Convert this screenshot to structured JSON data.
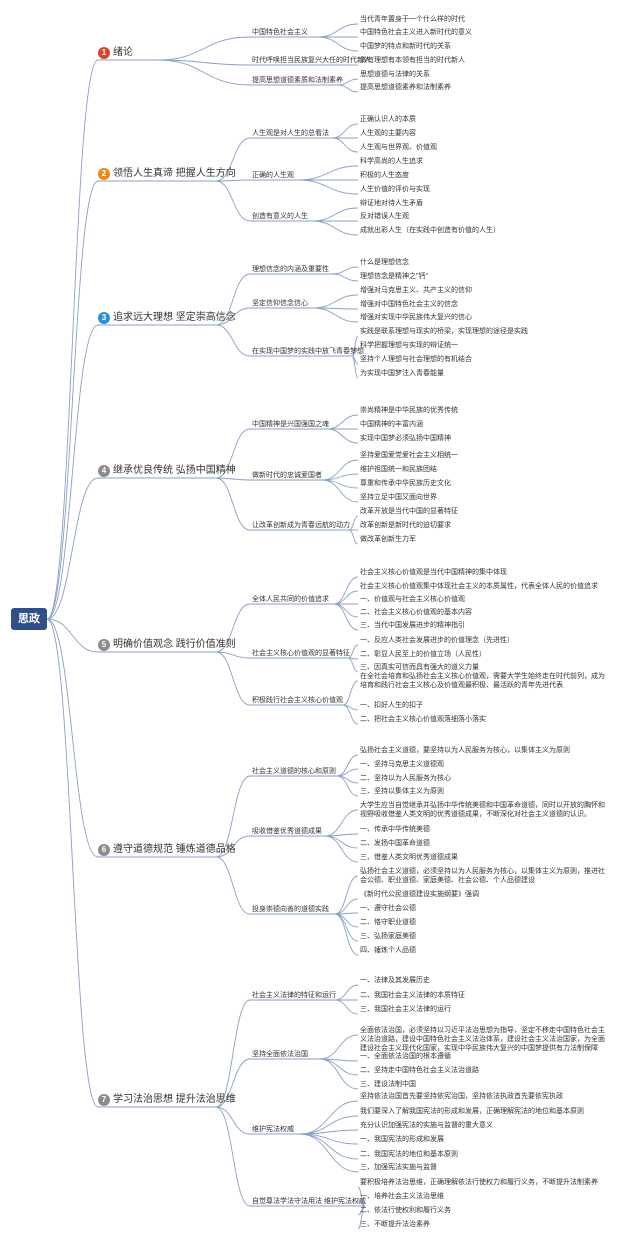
{
  "root": {
    "label": "思政"
  },
  "colors": {
    "line": "#8aa0c6",
    "badge_red": "#d9442b",
    "badge_orange": "#e88a1a",
    "badge_blue": "#2f8ed6",
    "badge_gray": "#8c8c8c",
    "root_bg": "#2f4f86"
  },
  "chapters": [
    {
      "num": "1",
      "label": "绪论",
      "color": "#d9442b",
      "topics": [
        {
          "label": "中国特色社会主义",
          "items": [
            "当代青年置身于一个什么样的时代",
            "中国特色社会主义进入新时代的意义",
            "中国梦的特点和新时代的关系"
          ]
        },
        {
          "label": "时代呼唤担当民族复兴大任的时代新人",
          "items": [
            "做有理想有本领有担当的时代新人"
          ]
        },
        {
          "label": "提高思想道德素质和法制素养",
          "items": [
            "思想道德与法律的关系",
            "提高思想道德素养和法制素养"
          ]
        }
      ]
    },
    {
      "num": "2",
      "label": "领悟人生真谛 把握人生方向",
      "color": "#e88a1a",
      "topics": [
        {
          "label": "人生观是对人生的总看法",
          "items": [
            "正确认识人的本质",
            "人生观的主要内容",
            "人生观与世界观、价值观"
          ]
        },
        {
          "label": "正确的人生观",
          "items": [
            "科学高尚的人生追求",
            "积极的人生态度",
            "人生价值的评价与实现"
          ]
        },
        {
          "label": "创造有意义的人生",
          "items": [
            "辩证地对待人生矛盾",
            "反对错误人生观",
            "成就出彩人生（在实践中创造有价值的人生）"
          ]
        }
      ]
    },
    {
      "num": "3",
      "label": "追求远大理想 坚定崇高信念",
      "color": "#2f8ed6",
      "topics": [
        {
          "label": "理想信念的内涵及重要性",
          "items": [
            "什么是理想信念",
            "理想信念是精神之\"钙\""
          ]
        },
        {
          "label": "坚定信仰信念信心",
          "items": [
            "增强对马克思主义、共产主义的信仰",
            "增强对中国特色社会主义的信念",
            "增强对实现中华民族伟大复兴的信心"
          ]
        },
        {
          "label": "在实现中国梦的实践中放飞青春梦想",
          "items": [
            "实践是联系理想与现实的桥梁，实现理想的途径是实践",
            "科学把握理想与实现的辩证统一",
            "坚持个人理想与社会理想的有机结合",
            "为实现中国梦注入青春能量"
          ]
        }
      ]
    },
    {
      "num": "4",
      "label": "继承优良传统 弘扬中国精神",
      "color": "#8c8c8c",
      "topics": [
        {
          "label": "中国精神是兴国强国之魂",
          "items": [
            "崇尚精神是中华民族的优秀传统",
            "中国精神的丰富内涵",
            "实现中国梦必须弘扬中国精神"
          ]
        },
        {
          "label": "做新时代的忠诚爱国者",
          "items": [
            "坚持爱国爱党爱社会主义相统一",
            "维护祖国统一和民族团结",
            "尊重和传承中华民族历史文化",
            "坚持立足中国又面向世界"
          ]
        },
        {
          "label": "让改革创新成为青春远航的动力",
          "items": [
            "改革开放是当代中国的显著特征",
            "改革创新是新时代的迫切要求",
            "做改革创新生力军"
          ]
        }
      ]
    },
    {
      "num": "5",
      "label": "明确价值观念 践行价值准则",
      "color": "#8c8c8c",
      "topics": [
        {
          "label": "全体人民共同的价值追求",
          "items": [
            "社会主义核心价值观是当代中国精神的集中体现",
            "社会主义核心价值观集中体现社会主义的本质属性，代表全体人民的价值追求",
            "一、价值观与社会主义核心价值观",
            "二、社会主义核心价值观的基本内容",
            "三、当代中国发展进步的精神指引"
          ]
        },
        {
          "label": "社会主义核心价值观的显著特征",
          "items": [
            "一、反应人类社会发展进步的价值理念（先进性）",
            "二、彰显人民至上的价值立场（人民性）",
            "三、因真实可信而具有强大的道义力量"
          ]
        },
        {
          "label": "积极践行社会主义核心价值观",
          "items": [
            "在全社会培育和弘扬社会主义核心价值观，需要大学生始终走在时代前列，成为培育和践行社会主义核心及价值观最积极、最活跃的青年先进代表",
            "一、扣好人生的扣子",
            "二、把社会主义核心价值观落细落小落实"
          ]
        }
      ]
    },
    {
      "num": "6",
      "label": "遵守道德规范 锤炼道德品格",
      "color": "#8c8c8c",
      "topics": [
        {
          "label": "社会主义道德的核心和原则",
          "items": [
            "弘扬社会主义道德，要坚持以为人民服务为核心，以集体主义为原则",
            "一、坚持马克思主义道德观",
            "二、坚持以为人民服务为核心",
            "三、坚持以集体主义为原则"
          ]
        },
        {
          "label": "吸收借鉴优秀道德成果",
          "items": [
            "大学生应当自觉继承并弘扬中华传统美德和中国革命道德，同时以开放的胸怀和视野吸收借鉴人类文明的优秀道德成果，不断深化对社会主义道德的认识。",
            "一、传承中华传统美德",
            "二、发扬中国革命道德",
            "三、借鉴人类文明优秀道德成果"
          ]
        },
        {
          "label": "投身崇德向善的道德实践",
          "items": [
            "弘扬社会主义道德，必须坚持以为人民服务为核心，以集体主义为原则，推进社会公德、职业道德、家庭美德、社会公德、个人品德建设",
            "《新时代公民道德建设实施纲要》强调",
            "一、遵守社会公德",
            "二、恪守职业道德",
            "三、弘扬家庭美德",
            "四、锤炼个人品德"
          ]
        }
      ]
    },
    {
      "num": "7",
      "label": "学习法治思想 提升法治思维",
      "color": "#8c8c8c",
      "topics": [
        {
          "label": "社会主义法律的特征和运行",
          "items": [
            "一、法律及其发展历史",
            "二、我国社会主义法律的本质特征",
            "三、我国社会主义法律的运行"
          ]
        },
        {
          "label": "坚持全面依法治国",
          "items": [
            "全面依法治国，必须坚持以习近平法治思想为指导，坚定不移走中国特色社会主义法治道路，建设中国特色社会主义法治体系，建设社会主义法治国家，为全面建设社会主义现代化国家，实现中华民族伟大复兴的中国梦提供有力法制保障",
            "一、全面依法治国的根本遵循",
            "二、坚持走中国特色社会主义法治道路",
            "三、建设法制中国"
          ]
        },
        {
          "label": "维护宪法权威",
          "items": [
            "坚持依法治国首先要坚持依宪治国，坚持依法执政首先要依宪执政",
            "我们要深入了解我国宪法的形成和发展，正确理解宪法的地位和基本原则",
            "充分认识加强宪法的实施与监督的重大意义",
            "一、我国宪法的形成和发展",
            "二、我国宪法的地位和基本原则",
            "三、加强宪法实施与监督"
          ]
        },
        {
          "label": "自觉尊法学法守法用法 维护宪法权威",
          "items": [
            "要积极培养法治思维，正确理解依法行使权力和履行义务，不断提升法制素养",
            "一、培养社会主义法治思维",
            "二、依法行使权利和履行义务",
            "三、不断提升法治素养"
          ]
        }
      ]
    }
  ]
}
